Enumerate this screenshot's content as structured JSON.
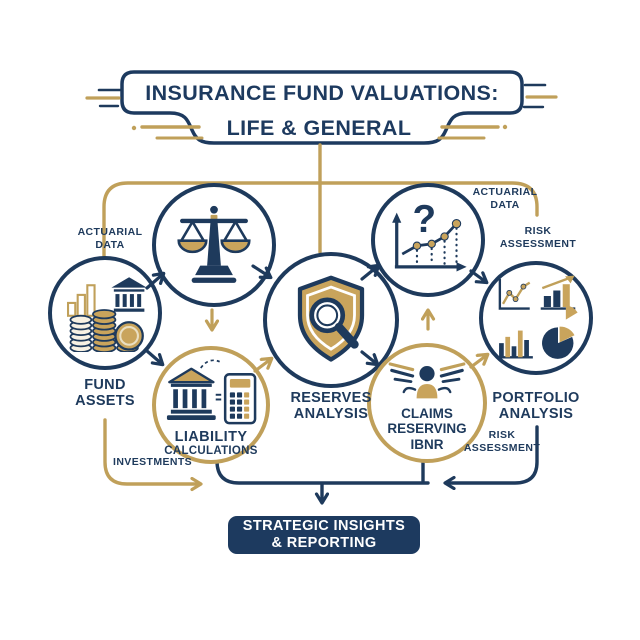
{
  "colors": {
    "navy": "#1e3a5c",
    "gold": "#c0a05a",
    "footer_bg": "#1d3a5f",
    "white": "#ffffff"
  },
  "title": {
    "line1": "INSURANCE FUND VALUATIONS:",
    "line2": "LIFE & GENERAL"
  },
  "nodes": {
    "fund_assets": {
      "label": "FUND\nASSETS",
      "icon": "coins-bank-icon"
    },
    "balance_scale": {
      "icon": "balance-scale-icon"
    },
    "liability": {
      "label_main": "LIABILITY",
      "label_sub": "CALCULATIONS",
      "icon": "bank-calculator-icon"
    },
    "reserves": {
      "label": "RESERVES\nANALYSIS",
      "icon": "shield-magnifier-icon"
    },
    "forecast": {
      "question_mark": "?",
      "icon": "projection-chart-icon"
    },
    "claims": {
      "label": "CLAIMS\nRESERVING\nIBNR",
      "icon": "adjuster-person-icon"
    },
    "portfolio": {
      "label": "PORTFOLIO\nANALYSIS",
      "icon": "mini-charts-icon"
    }
  },
  "annotations": {
    "actuarial_data_left": "ACTUARIAL\nDATA",
    "actuarial_data_right": "ACTUARIAL\nDATA",
    "risk_assessment_top": "RISK\nASSESSMENT",
    "risk_assessment_bottom": "RISK\nASSESSMENT",
    "investments": "INVESTMENTS"
  },
  "footer": {
    "label": "STRATEGIC INSIGHTS\n& REPORTING"
  }
}
